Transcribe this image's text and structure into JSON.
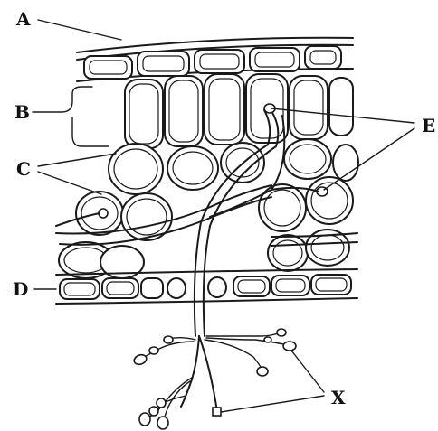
{
  "labels": {
    "a": "A",
    "b": "B",
    "c": "C",
    "d": "D",
    "e": "E",
    "x": "X"
  }
}
